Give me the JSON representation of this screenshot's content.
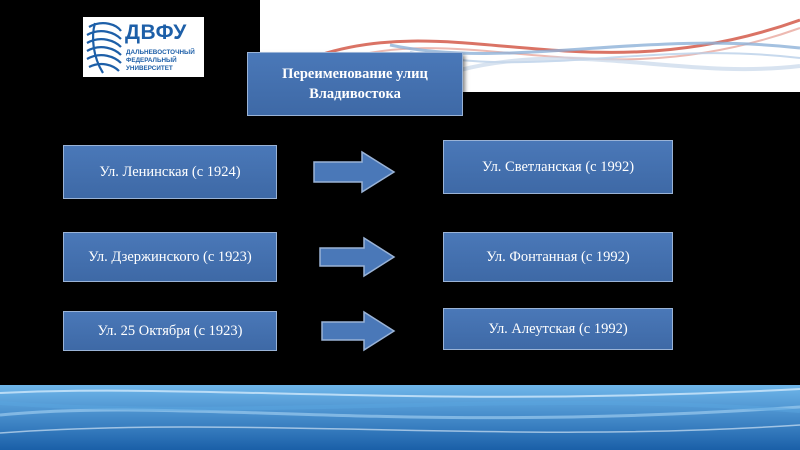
{
  "logo": {
    "abbr": "ДВФУ",
    "line1": "ДАЛЬНЕВОСТОЧНЫЙ",
    "line2": "ФЕДЕРАЛЬНЫЙ",
    "line3": "УНИВЕРСИТЕТ"
  },
  "title": {
    "line1": "Переименование улиц",
    "line2": "Владивостока"
  },
  "rows": [
    {
      "old": "Ул. Ленинская (с 1924)",
      "new": "Ул. Светланская (с 1992)"
    },
    {
      "old": "Ул. Дзержинского (с 1923)",
      "new": "Ул. Фонтанная (с 1992)"
    },
    {
      "old": "Ул. 25 Октября (с 1923)",
      "new": "Ул. Алеутская (с 1992)"
    }
  ],
  "colors": {
    "box_fill": "#4a78b8",
    "background": "#000000",
    "logo_blue": "#1d5fa8"
  }
}
